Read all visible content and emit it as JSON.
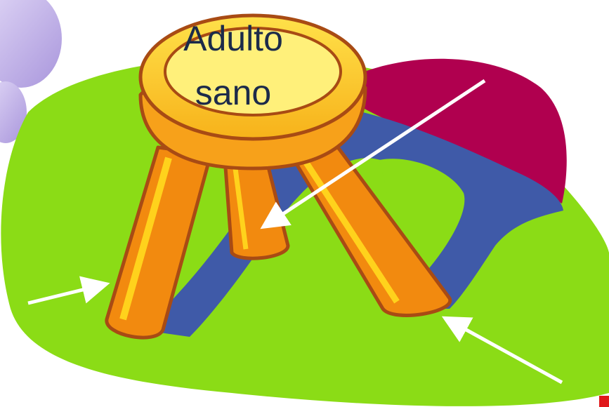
{
  "label": {
    "line1": "Adulto",
    "line2": "sano"
  },
  "colors": {
    "green_base": "#8bdc16",
    "blue_shape": "#3f5aa8",
    "magenta_shape": "#b0004f",
    "purple_cloud": "#c4b5ea",
    "stool_orange": "#f28a0f",
    "stool_yellow": "#ffd21c",
    "stool_outline": "#a84b14",
    "arrows": "#ffffff",
    "corner_mark": "#e0191b"
  },
  "icons": {
    "stool": "stool-icon",
    "cloud": "cloud-shape",
    "arrows": [
      "arrow-left-leg",
      "arrow-middle-leg",
      "arrow-right-leg"
    ]
  }
}
